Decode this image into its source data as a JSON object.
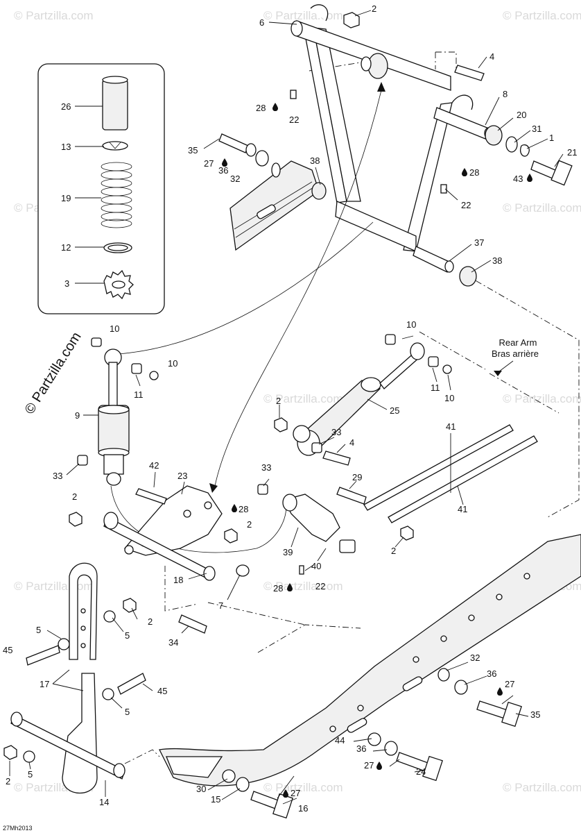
{
  "watermark_text": "© Partzilla.com",
  "rear_arm_label_en": "Rear Arm",
  "rear_arm_label_fr": "Bras arrière",
  "reference_code": "27Mh2013",
  "callouts": [
    {
      "id": "c1",
      "text": "6"
    },
    {
      "id": "c2",
      "text": "2"
    },
    {
      "id": "c3",
      "text": "4"
    },
    {
      "id": "c4",
      "text": "8"
    },
    {
      "id": "c5",
      "text": "20"
    },
    {
      "id": "c6",
      "text": "31"
    },
    {
      "id": "c7",
      "text": "1"
    },
    {
      "id": "c8",
      "text": "21"
    },
    {
      "id": "c9",
      "text": "43"
    },
    {
      "id": "c10",
      "text": "28"
    },
    {
      "id": "c11",
      "text": "22"
    },
    {
      "id": "c12",
      "text": "35"
    },
    {
      "id": "c13",
      "text": "27"
    },
    {
      "id": "c14",
      "text": "36"
    },
    {
      "id": "c15",
      "text": "32"
    },
    {
      "id": "c16",
      "text": "38"
    },
    {
      "id": "c17",
      "text": "28"
    },
    {
      "id": "c18",
      "text": "22"
    },
    {
      "id": "c19",
      "text": "37"
    },
    {
      "id": "c20",
      "text": "38"
    },
    {
      "id": "c21",
      "text": "26"
    },
    {
      "id": "c22",
      "text": "13"
    },
    {
      "id": "c23",
      "text": "19"
    },
    {
      "id": "c24",
      "text": "12"
    },
    {
      "id": "c25",
      "text": "3"
    },
    {
      "id": "c26",
      "text": "10"
    },
    {
      "id": "c27",
      "text": "10"
    },
    {
      "id": "c28",
      "text": "11"
    },
    {
      "id": "c29",
      "text": "9"
    },
    {
      "id": "c30",
      "text": "33"
    },
    {
      "id": "c31",
      "text": "42"
    },
    {
      "id": "c32",
      "text": "23"
    },
    {
      "id": "c33",
      "text": "2"
    },
    {
      "id": "c34",
      "text": "28"
    },
    {
      "id": "c35",
      "text": "2"
    },
    {
      "id": "c36",
      "text": "18"
    },
    {
      "id": "c37",
      "text": "7"
    },
    {
      "id": "c38",
      "text": "2"
    },
    {
      "id": "c39",
      "text": "34"
    },
    {
      "id": "c40",
      "text": "5"
    },
    {
      "id": "c41",
      "text": "5"
    },
    {
      "id": "c42",
      "text": "45"
    },
    {
      "id": "c43",
      "text": "17"
    },
    {
      "id": "c44",
      "text": "45"
    },
    {
      "id": "c45",
      "text": "5"
    },
    {
      "id": "c46",
      "text": "2"
    },
    {
      "id": "c47",
      "text": "5"
    },
    {
      "id": "c48",
      "text": "14"
    },
    {
      "id": "c49",
      "text": "10"
    },
    {
      "id": "c50",
      "text": "11"
    },
    {
      "id": "c51",
      "text": "10"
    },
    {
      "id": "c52",
      "text": "2"
    },
    {
      "id": "c53",
      "text": "25"
    },
    {
      "id": "c54",
      "text": "33"
    },
    {
      "id": "c55",
      "text": "4"
    },
    {
      "id": "c56",
      "text": "41"
    },
    {
      "id": "c57",
      "text": "33"
    },
    {
      "id": "c58",
      "text": "29"
    },
    {
      "id": "c59",
      "text": "41"
    },
    {
      "id": "c60",
      "text": "2"
    },
    {
      "id": "c61",
      "text": "39"
    },
    {
      "id": "c62",
      "text": "40"
    },
    {
      "id": "c63",
      "text": "28"
    },
    {
      "id": "c64",
      "text": "22"
    },
    {
      "id": "c65",
      "text": "32"
    },
    {
      "id": "c66",
      "text": "36"
    },
    {
      "id": "c67",
      "text": "27"
    },
    {
      "id": "c68",
      "text": "35"
    },
    {
      "id": "c69",
      "text": "44"
    },
    {
      "id": "c70",
      "text": "36"
    },
    {
      "id": "c71",
      "text": "27"
    },
    {
      "id": "c72",
      "text": "24"
    },
    {
      "id": "c73",
      "text": "27"
    },
    {
      "id": "c74",
      "text": "16"
    },
    {
      "id": "c75",
      "text": "30"
    },
    {
      "id": "c76",
      "text": "15"
    }
  ]
}
